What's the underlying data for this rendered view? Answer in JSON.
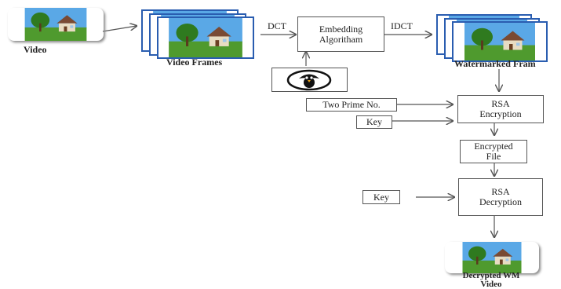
{
  "labels": {
    "video": "Video",
    "video_frames": "Video Frames",
    "watermarked_frames": "Watermarked Fram",
    "decrypted_video": "Decrypted WM\nVideo"
  },
  "edges": {
    "dct": "DCT",
    "idct": "IDCT"
  },
  "boxes": {
    "embedding": "Embedding\nAlgoritham",
    "two_prime": "Two Prime No.",
    "key1": "Key",
    "rsa_encryption": "RSA\nEncryption",
    "encrypted_file": "Encrypted\nFile",
    "key2": "Key",
    "rsa_decryption": "RSA\nDecryption"
  },
  "colors": {
    "sky": "#5aa8e6",
    "grass": "#4f9a2e",
    "tree": "#2f7a1f",
    "house_wall": "#e8dcc2",
    "roof": "#7a4a33",
    "frame_border": "#2a5db0",
    "line": "#555555"
  },
  "icons": {
    "scene": "house-tree-landscape-icon",
    "watermark": "penguin-logo-icon"
  }
}
